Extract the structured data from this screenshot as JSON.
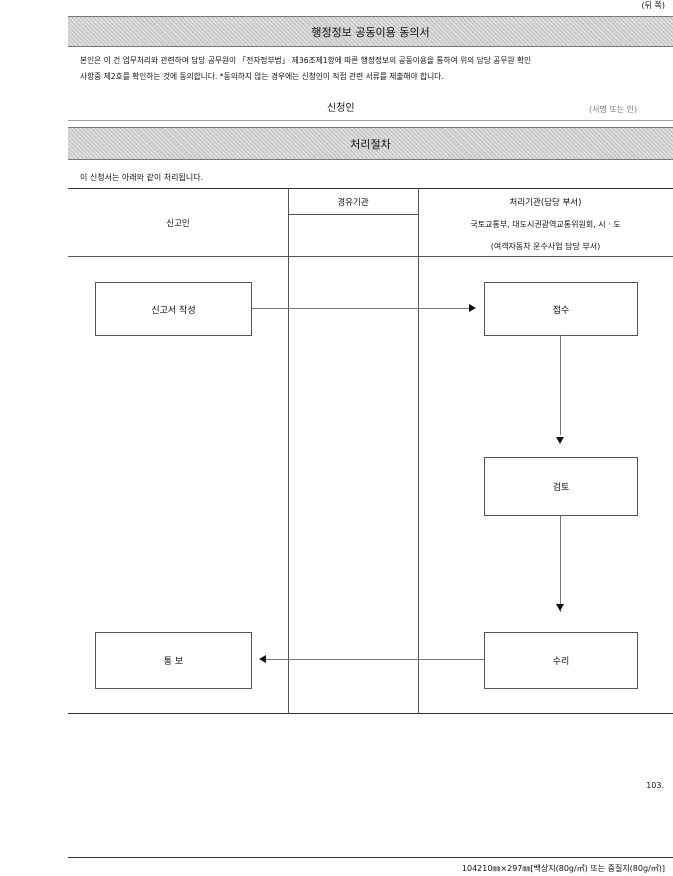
{
  "page_side": "(뒤 쪽)",
  "consent": {
    "title": "행정정보 공동이용 동의서",
    "text_line1": "본인은 이 건 업무처리와 관련하여 담당 공무원이 「전자정부법」 제36조제1항에 따른 행정정보의 공동이용을 통하여 위의 담당 공무원 확인",
    "text_line2": "사항중 제2호를 확인하는 것에 동의합니다.    *동의하지 않는 경우에는 신청인이 직접 관련 서류를 제출해야 합니다.",
    "applicant_label": "신청인",
    "signature_label": "(서명 또는 인)"
  },
  "procedure": {
    "title": "처리절차",
    "intro": "이 신청서는 아래와 같이 처리됩니다.",
    "col_reporter": "신고인",
    "col_agency": "경유기관",
    "col_processor_header": "처리기관(담당 부서)",
    "col_processor_line1": "국토교통부, 대도시권광역교통위원회, 시 · 도",
    "col_processor_line2": "(여객자동차 운수사업 담당 부서)",
    "steps": {
      "write_report": "신고서 작성",
      "receipt": "접수",
      "review": "검토",
      "acceptance": "수리",
      "notify": "통 보"
    }
  },
  "footer": {
    "page_number": "103.",
    "paper_spec": "104210㎜×297㎜[백상지(80g/㎡) 또는 중질지(80g/㎡)]"
  }
}
